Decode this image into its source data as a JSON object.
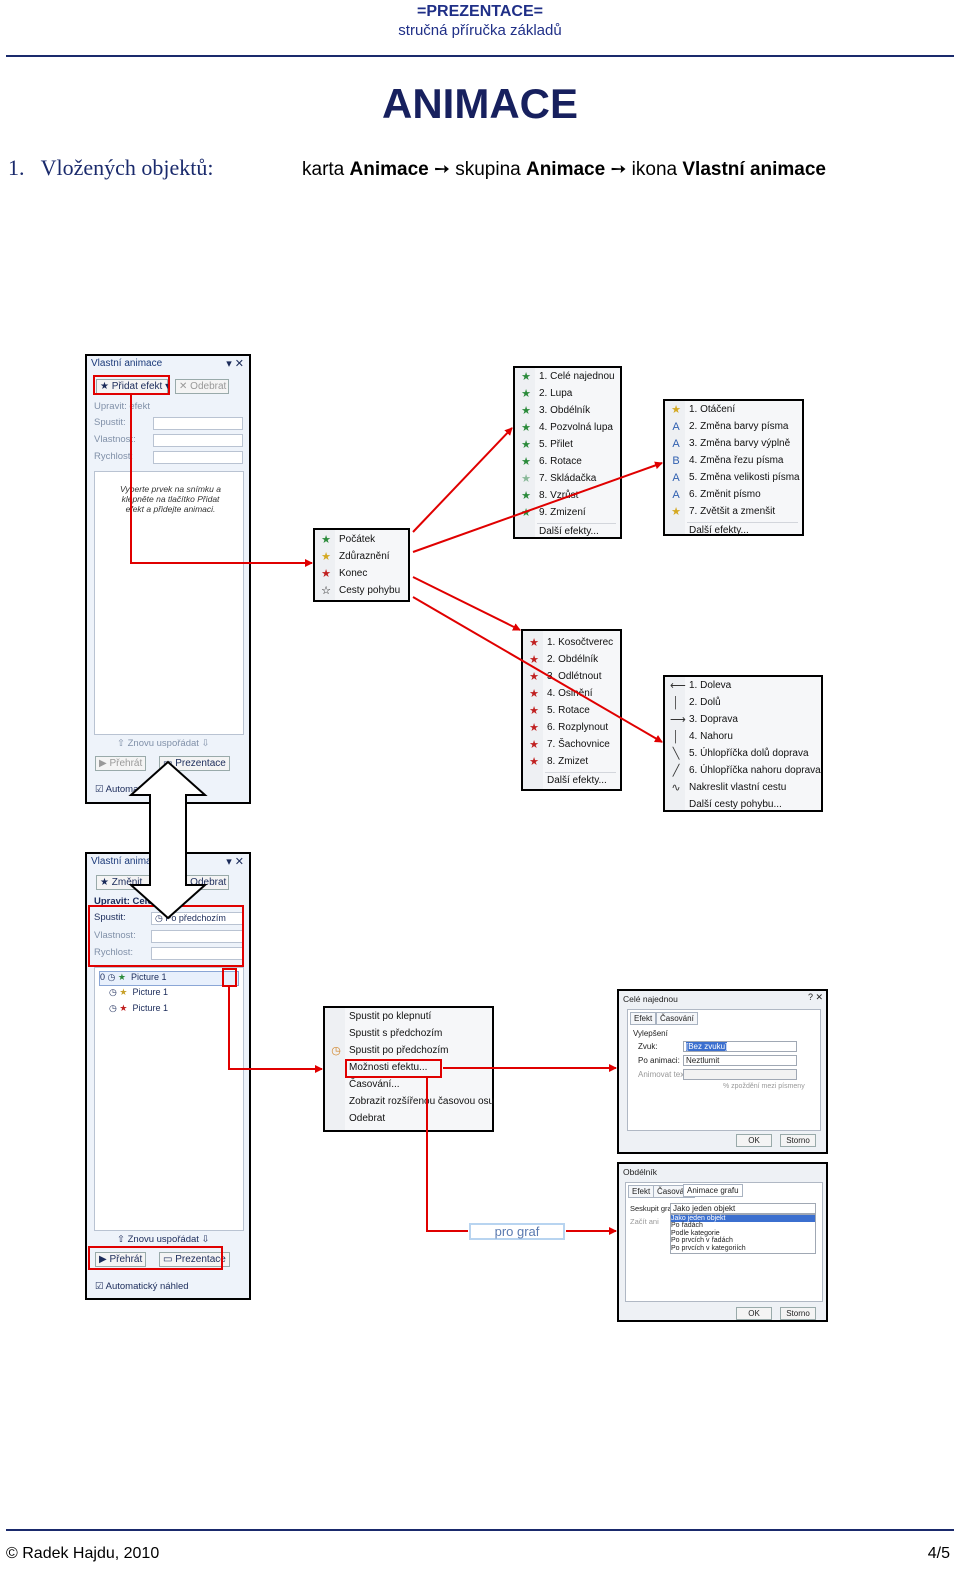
{
  "header": {
    "title": "=PREZENTACE=",
    "subtitle": "stručná příručka základů"
  },
  "page_title": "ANIMACE",
  "intro": {
    "number": "1.",
    "label": "Vložených objektů:"
  },
  "path": {
    "p1": "karta ",
    "b1": "Animace",
    "p2": " skupina ",
    "b2": "Animace",
    "p3": " ikona ",
    "b3": "Vlastní animace",
    "arrow": "➙"
  },
  "panel1": {
    "title": "Vlastní animace",
    "add_button": "Přidat efekt",
    "remove_button": "Odebrat",
    "section": "Upravit: efekt",
    "start": "Spustit:",
    "property": "Vlastnost:",
    "speed": "Rychlost:",
    "hint": "Vyberte prvek na snímku a klepněte na tlačítko Přidat efekt a přidejte animaci.",
    "reorder": "Znovu uspořádat",
    "play": "Přehrát",
    "slideshow": "Prezentace",
    "auto": "Automat"
  },
  "panel2": {
    "title": "Vlastní animace",
    "change_button": "Změnit",
    "remove_button": "Odebrat",
    "section": "Upravit: Celé",
    "start": "Spustit:",
    "start_value": "Po předchozím",
    "property": "Vlastnost:",
    "speed": "Rychlost:",
    "items": [
      {
        "num": "0",
        "name": "Picture 1"
      },
      {
        "num": "",
        "name": "Picture 1"
      },
      {
        "num": "",
        "name": "Picture 1"
      }
    ],
    "reorder": "Znovu uspořádat",
    "play": "Přehrát",
    "slideshow": "Prezentace",
    "auto": "Automatický náhled"
  },
  "menu_main": [
    "Počátek",
    "Zdůraznění",
    "Konec",
    "Cesty pohybu"
  ],
  "menu_entrance": [
    "1. Celé najednou",
    "2. Lupa",
    "3. Obdélník",
    "4. Pozvolná lupa",
    "5. Přilet",
    "6. Rotace",
    "7. Skládačka",
    "8. Vzrůst",
    "9. Zmizení",
    "Další efekty..."
  ],
  "menu_emphasis": [
    "1. Otáčení",
    "2. Změna barvy písma",
    "3. Změna barvy výplně",
    "4. Změna řezu písma",
    "5. Změna velikosti písma",
    "6. Změnit písmo",
    "7. Zvětšit a zmenšit",
    "Další efekty..."
  ],
  "menu_exit": [
    "1. Kosočtverec",
    "2. Obdélník",
    "3. Odlétnout",
    "4. Oslnění",
    "5. Rotace",
    "6. Rozplynout",
    "7. Šachovnice",
    "8. Zmizet",
    "Další efekty..."
  ],
  "menu_paths": [
    "1. Doleva",
    "2. Dolů",
    "3. Doprava",
    "4. Nahoru",
    "5. Úhlopříčka dolů doprava",
    "6. Úhlopříčka nahoru doprava",
    "Nakreslit vlastní cestu",
    "Další cesty pohybu..."
  ],
  "menu_context": [
    "Spustit po klepnutí",
    "Spustit s předchozím",
    "Spustit po předchozím",
    "Možnosti efektu...",
    "Časování...",
    "Zobrazit rozšířenou časovou osu",
    "Odebrat"
  ],
  "dialog1": {
    "title": "Celé najednou",
    "tabs": [
      "Efekt",
      "Časování"
    ],
    "group": "Vylepšení",
    "sound_label": "Zvuk:",
    "sound_value": "[Bez zvuku]",
    "after_label": "Po animaci:",
    "after_value": "Neztlumit",
    "text_label": "Animovat text:",
    "delay_label": "% zpoždění mezi písmeny",
    "ok": "OK",
    "cancel": "Storno"
  },
  "dialog2": {
    "title": "Obdélník",
    "tabs": [
      "Efekt",
      "Časování",
      "Animace grafu"
    ],
    "group_label": "Seskupit graf:",
    "group_value": "Jako jeden objekt",
    "start_label": "Začít ani",
    "options": [
      "Jako jeden objekt",
      "Po řadách",
      "Podle kategorie",
      "Po prvcích v řadách",
      "Po prvcích v kategoriích"
    ],
    "ok": "OK",
    "cancel": "Storno"
  },
  "graph_label": "pro graf",
  "footer": {
    "author": "© Radek Hajdu, 2010",
    "page": "4/5"
  },
  "colors": {
    "accent": "#1a2a6c",
    "highlight": "#e00000"
  }
}
